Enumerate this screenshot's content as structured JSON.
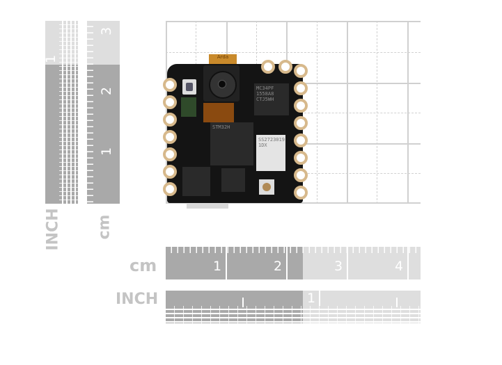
{
  "rulers": {
    "vertical_inch": {
      "label": "INCH",
      "numbers": [
        "1"
      ]
    },
    "vertical_cm": {
      "label": "cm",
      "numbers": [
        "1",
        "2",
        "3"
      ]
    },
    "horizontal_cm": {
      "label": "cm",
      "numbers": [
        "1",
        "2",
        "3",
        "4"
      ]
    },
    "horizontal_inch": {
      "label": "INCH",
      "numbers": [
        "1"
      ]
    }
  },
  "board": {
    "mcu_marking": "STM32H",
    "pmic_marking": [
      "MC34PF",
      "1558A8",
      "CTJ5WH"
    ],
    "module_marking": [
      "SS2723019",
      "1DX"
    ],
    "flex_marking": "Arda"
  },
  "colors": {
    "ruler_dark": "#a9a9a9",
    "ruler_light": "#dedede",
    "pcb": "#141414",
    "pad": "#d7b98c"
  }
}
